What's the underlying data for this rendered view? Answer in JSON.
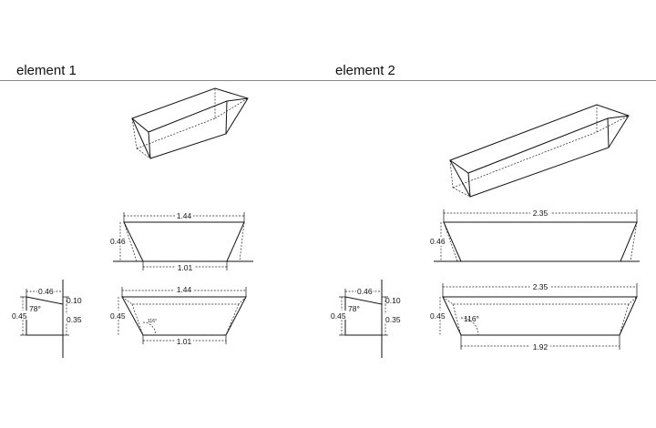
{
  "elements": [
    {
      "title": "element 1",
      "side_top_width": "1.44",
      "side_bottom_width": "1.01",
      "side_height": "0.46",
      "bottom_top_width": "1.44",
      "bottom_bottom_width": "1.01",
      "bottom_height": "0.45",
      "bottom_angle": "116°",
      "section_top": "0.46",
      "section_right_top": "0.10",
      "section_right_bottom": "0.35",
      "section_left": "0.45",
      "section_angle": "78°"
    },
    {
      "title": "element 2",
      "side_top_width": "2.35",
      "side_height": "0.46",
      "bottom_top_width": "2.35",
      "bottom_bottom_width": "1.92",
      "bottom_height": "0.45",
      "bottom_angle": "116°",
      "section_top": "0.46",
      "section_right_top": "0.10",
      "section_right_bottom": "0.35",
      "section_left": "0.45",
      "section_angle": "78°"
    }
  ]
}
